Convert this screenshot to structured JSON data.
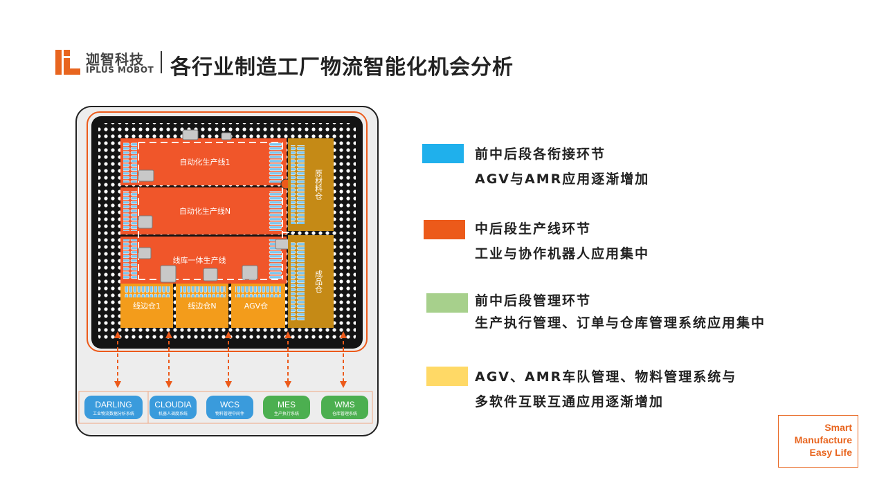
{
  "brand": {
    "name_cn": "迦智科技",
    "name_en": "IPLUS MOBOT"
  },
  "title": "各行业制造工厂物流智能化机会分析",
  "diagram": {
    "lines": [
      "自动化生产线1",
      "自动化生产线N",
      "线库一体生产线"
    ],
    "warehouses_right": [
      "原材料仓",
      "成品仓"
    ],
    "warehouses_bottom": [
      "线边仓1",
      "线边仓N",
      "AGV仓"
    ],
    "systems": [
      {
        "name": "DARLING",
        "desc": "工业物流数据分析系统",
        "color": "#3a9bdc"
      },
      {
        "name": "CLOUDIA",
        "desc": "机器人调度系统",
        "color": "#3a9bdc"
      },
      {
        "name": "WCS",
        "desc": "物料管理中间件",
        "color": "#3a9bdc"
      },
      {
        "name": "MES",
        "desc": "生产执行系统",
        "color": "#4caf50"
      },
      {
        "name": "WMS",
        "desc": "仓库管理系统",
        "color": "#4caf50"
      }
    ]
  },
  "legend": [
    {
      "color": "#1fb0ec",
      "lines": [
        "前中后段各衔接环节",
        "AGV与AMR应用逐渐增加"
      ]
    },
    {
      "color": "#ec5a1a",
      "lines": [
        "中后段生产线环节",
        "工业与协作机器人应用集中"
      ]
    },
    {
      "color": "#a7d08c",
      "lines": [
        "前中后段管理环节",
        "生产执行管理、订单与仓库管理系统应用集中"
      ]
    },
    {
      "color": "#ffd966",
      "lines": [
        "AGV、AMR车队管理、物料管理系统与",
        "多软件互联互通应用逐渐增加"
      ]
    }
  ],
  "slogan": [
    "Smart",
    "Manufacture",
    "Easy Life"
  ]
}
